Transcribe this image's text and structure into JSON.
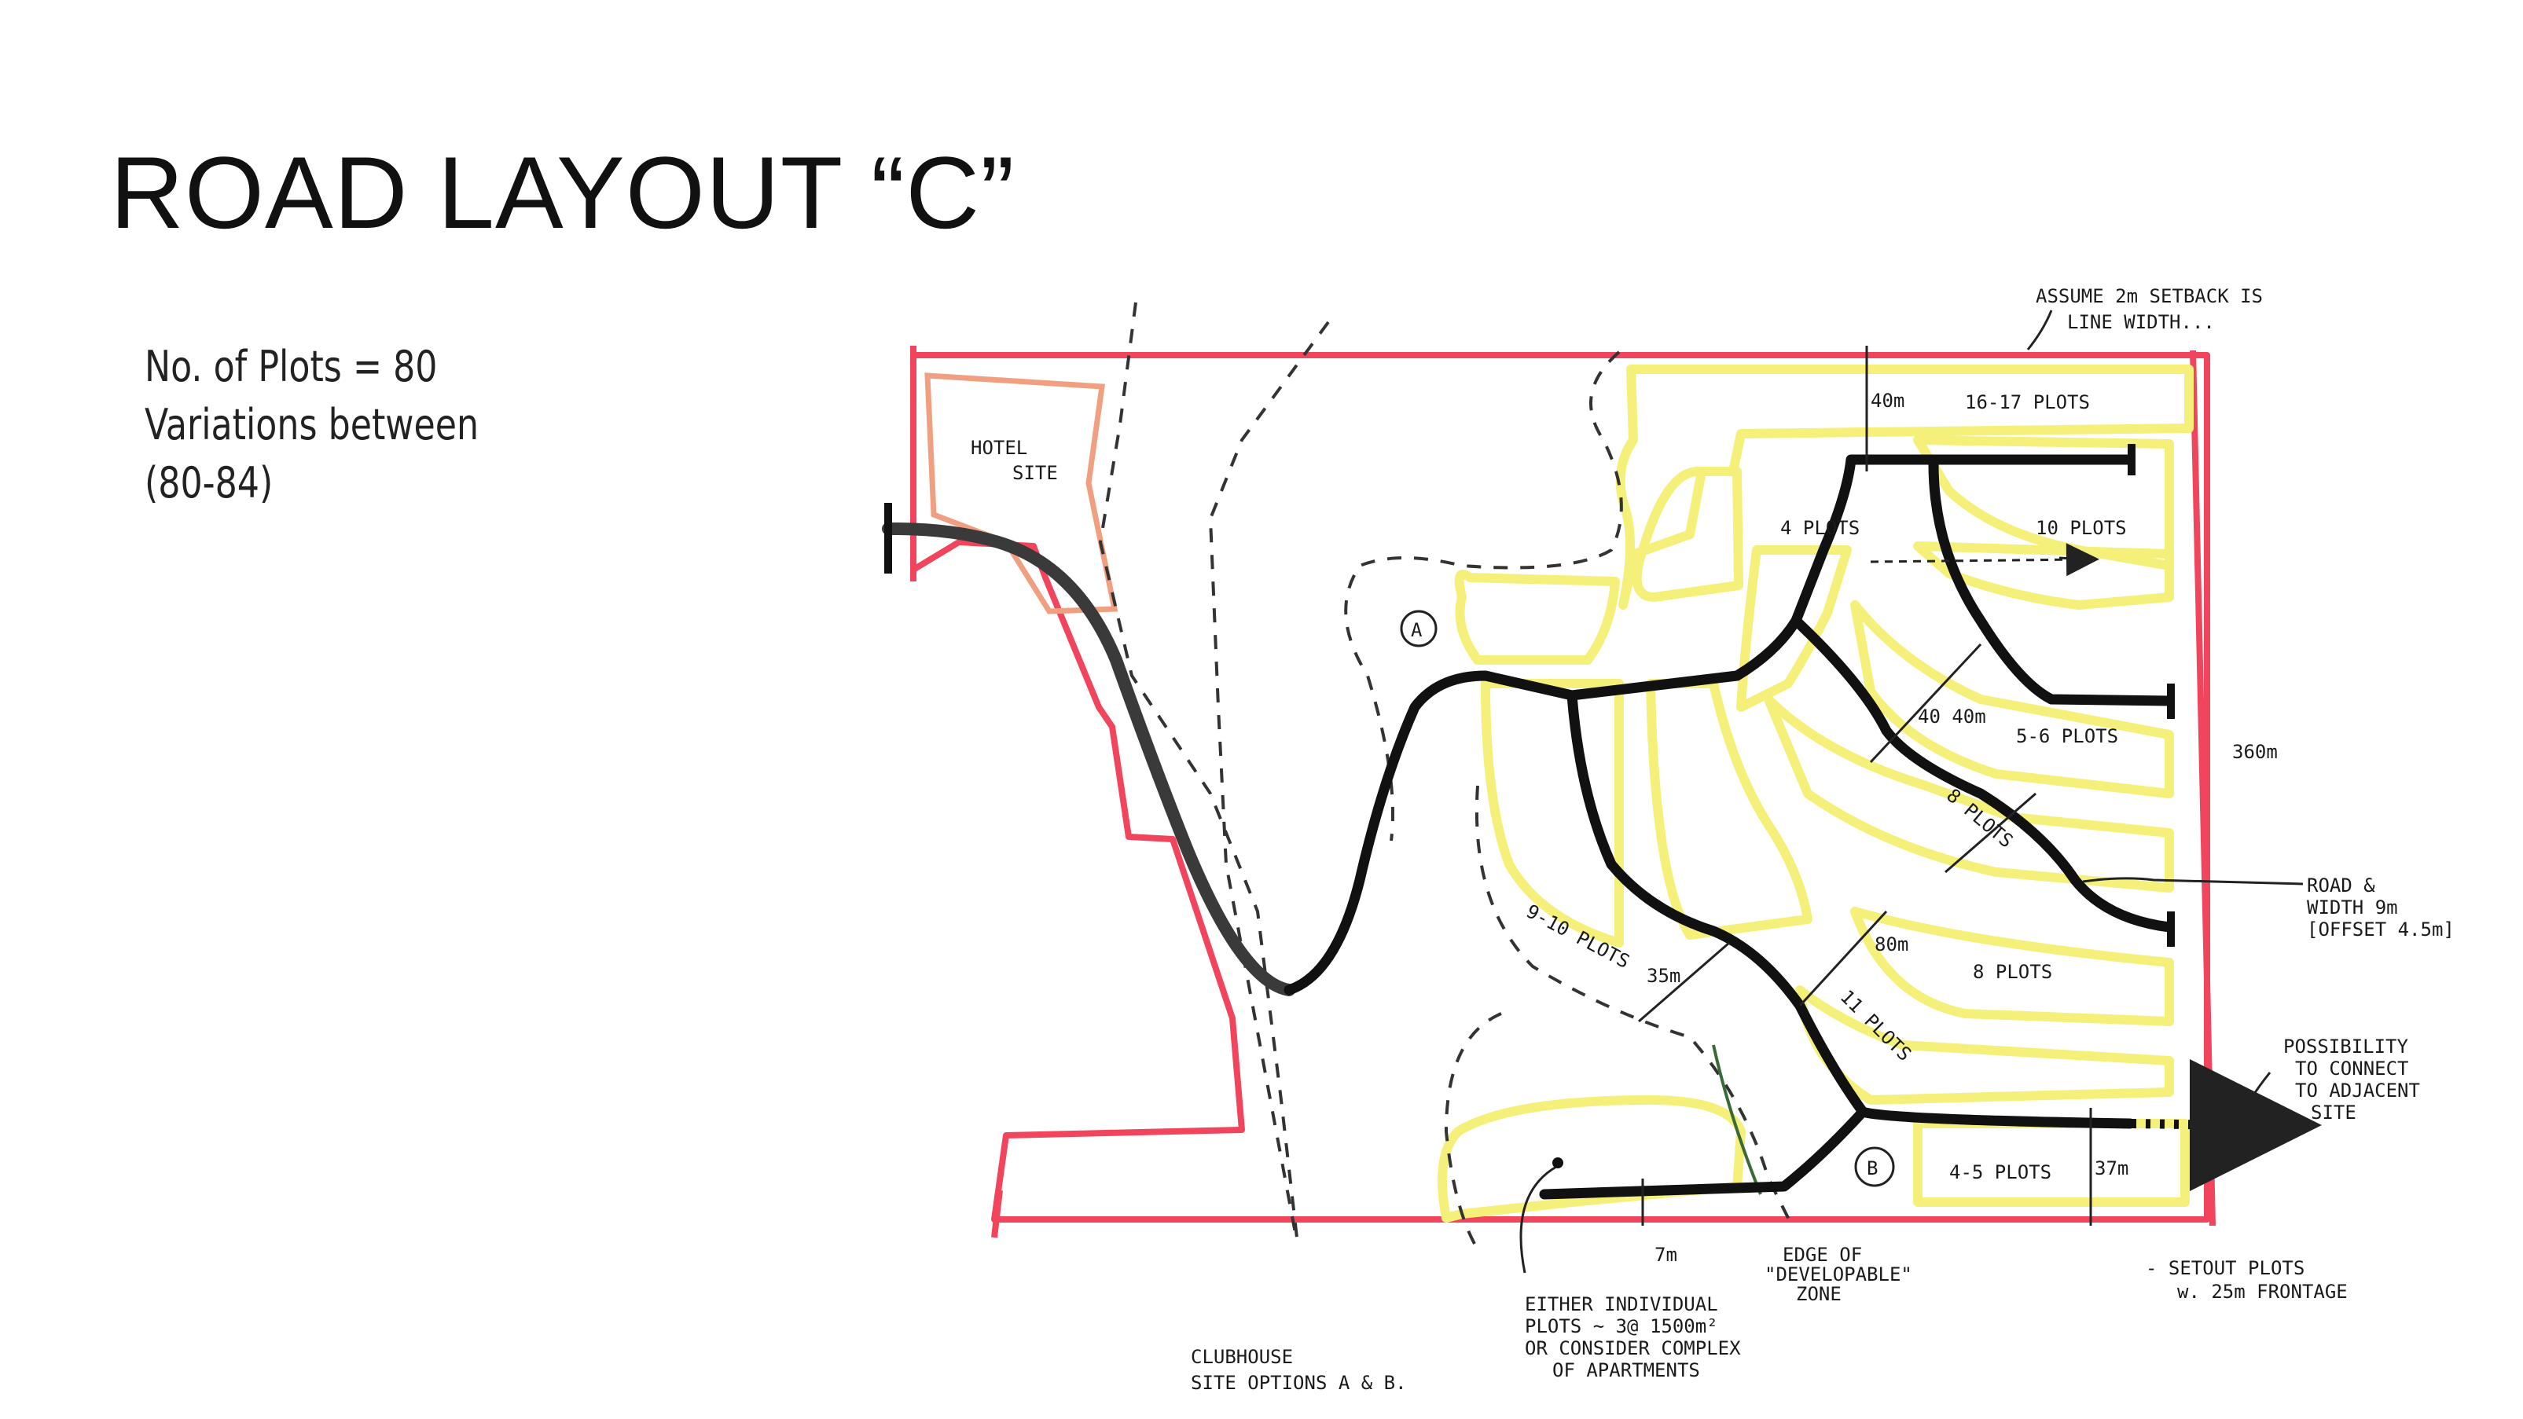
{
  "title": "ROAD LAYOUT “C”",
  "notes": [
    "No. of Plots = 80",
    "Variations between",
    "(80-84)"
  ],
  "colors": {
    "boundary": "#f0455c",
    "road": "#111111",
    "highlight": "#f5f07a",
    "hotel": "#f0a080",
    "text": "#1a1a1a"
  },
  "labels": {
    "hotel_1": "HOTEL",
    "hotel_2": "SITE",
    "setback_1": "ASSUME 2m SETBACK IS",
    "setback_2": "LINE WIDTH...",
    "dim_40m_top": "40m",
    "plots_16_17": "16-17 PLOTS",
    "plots_4": "4 PLOTS",
    "plots_10": "10 PLOTS",
    "circle_a": "A",
    "dim_40_40": "40 40m",
    "plots_5_6": "5-6 PLOTS",
    "dim_360": "360m",
    "plots_8_a": "8 PLOTS",
    "road_1": "ROAD &",
    "road_2": "WIDTH 9m",
    "road_3": "[OFFSET 4.5m]",
    "plots_9_10": "9-10 PLOTS",
    "dim_35m": "35m",
    "dim_80m": "80m",
    "plots_8_b": "8 PLOTS",
    "plots_11": "11 PLOTS",
    "poss_1": "POSSIBILITY",
    "poss_2": "TO CONNECT",
    "poss_3": "TO ADJACENT",
    "poss_4": "SITE",
    "circle_b": "B",
    "plots_4_5": "4-5 PLOTS",
    "dim_37m": "37m",
    "dim_7m": "7m",
    "edge_1": "EDGE OF",
    "edge_2": "\"DEVELOPABLE\"",
    "edge_3": "ZONE",
    "setout_1": "- SETOUT PLOTS",
    "setout_2": "w. 25m FRONTAGE",
    "either_1": "EITHER INDIVIDUAL",
    "either_2": "PLOTS ~ 3@ 1500m²",
    "either_3": "OR CONSIDER COMPLEX",
    "either_4": "OF APARTMENTS",
    "club_1": "CLUBHOUSE",
    "club_2": "SITE OPTIONS A & B."
  }
}
